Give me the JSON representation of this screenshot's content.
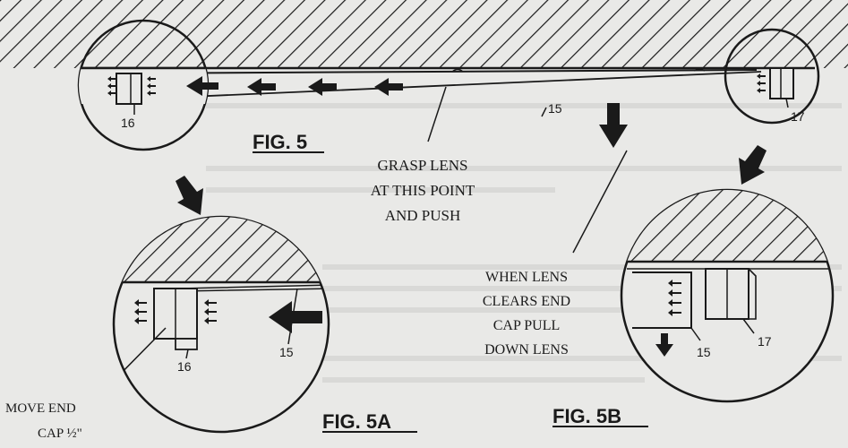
{
  "figures": {
    "fig5": "FIG. 5",
    "fig5a": "FIG. 5A",
    "fig5b": "FIG. 5B"
  },
  "callouts": {
    "grasp": [
      "GRASP LENS",
      "AT THIS POINT",
      "AND PUSH"
    ],
    "when_lens": [
      "WHEN LENS",
      "CLEARS END",
      "CAP PULL",
      "DOWN LENS"
    ],
    "move_end": [
      "MOVE END",
      "CAP ½\""
    ]
  },
  "part_numbers": {
    "end_cap_left": "16",
    "lens": "15",
    "end_cap_right": "17"
  },
  "colors": {
    "ink": "#1a1a1a",
    "paper": "#e9e9e7",
    "faint_text": "#c8c8c6"
  }
}
